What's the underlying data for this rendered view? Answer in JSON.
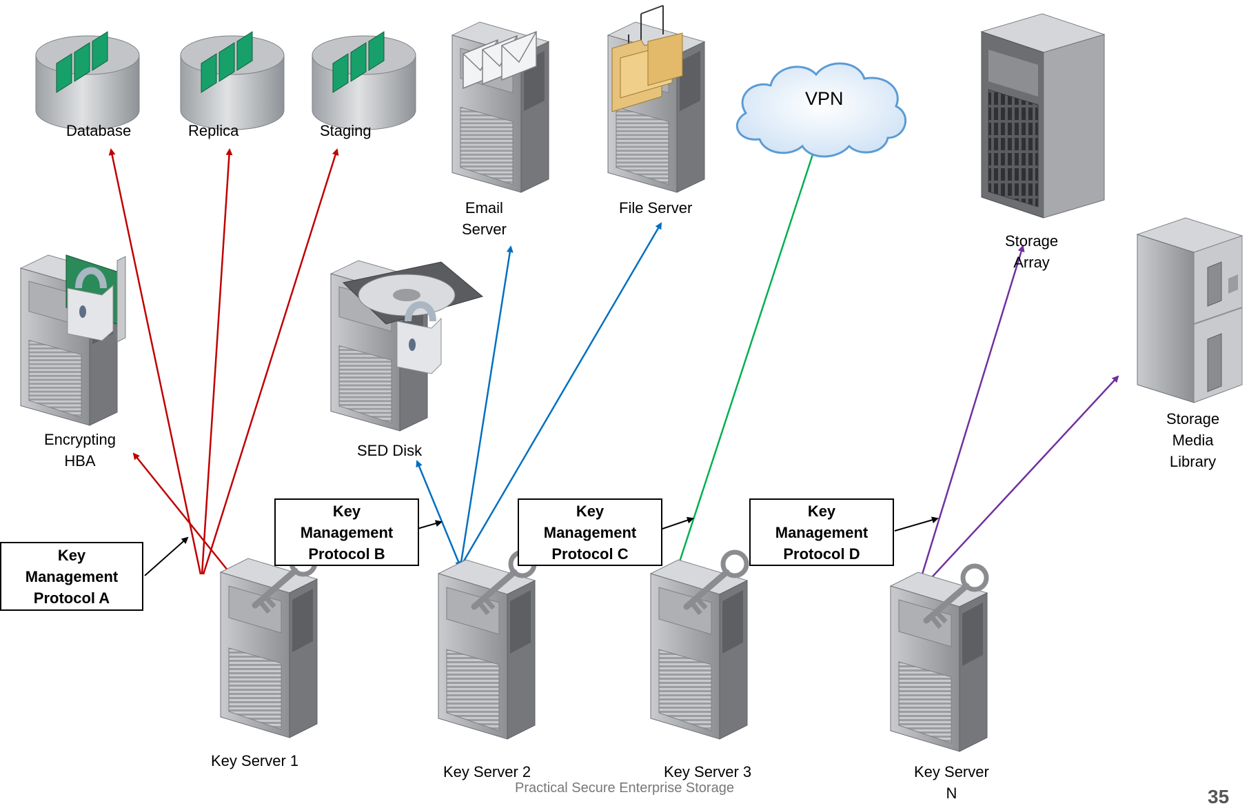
{
  "diagram": {
    "nodes": {
      "database": "Database",
      "replica": "Replica",
      "staging": "Staging",
      "email_server": "Email\nServer",
      "file_server": "File Server",
      "vpn": "VPN",
      "storage_array": "Storage\nArray",
      "storage_media_library": "Storage\nMedia\nLibrary",
      "encrypting_hba": "Encrypting\nHBA",
      "sed_disk": "SED Disk",
      "key_server_1": "Key Server 1",
      "key_server_2": "Key Server 2",
      "key_server_3": "Key Server 3",
      "key_server_n": "Key Server\nN"
    },
    "protocols": {
      "a": "Key\nManagement\nProtocol A",
      "b": "Key\nManagement\nProtocol B",
      "c": "Key\nManagement\nProtocol C",
      "d": "Key\nManagement\nProtocol D"
    },
    "colors": {
      "protocol_a": "#c00000",
      "protocol_b": "#0070c0",
      "protocol_c": "#00b050",
      "protocol_d": "#7030a0"
    },
    "connections": [
      {
        "from": "key_server_1",
        "to": "database",
        "protocol": "a"
      },
      {
        "from": "key_server_1",
        "to": "replica",
        "protocol": "a"
      },
      {
        "from": "key_server_1",
        "to": "staging",
        "protocol": "a"
      },
      {
        "from": "key_server_1",
        "to": "encrypting_hba",
        "protocol": "a"
      },
      {
        "from": "key_server_2",
        "to": "sed_disk",
        "protocol": "b"
      },
      {
        "from": "key_server_2",
        "to": "email_server",
        "protocol": "b"
      },
      {
        "from": "key_server_2",
        "to": "file_server",
        "protocol": "b"
      },
      {
        "from": "key_server_3",
        "to": "vpn",
        "protocol": "c"
      },
      {
        "from": "key_server_n",
        "to": "storage_array",
        "protocol": "d"
      },
      {
        "from": "key_server_n",
        "to": "storage_media_library",
        "protocol": "d"
      }
    ]
  },
  "footer": {
    "text": "Practical Secure Enterprise Storage",
    "page_number": "35"
  }
}
